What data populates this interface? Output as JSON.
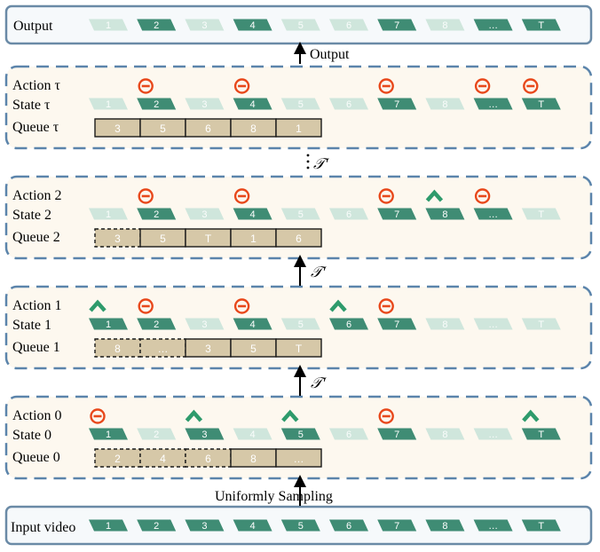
{
  "output_label": "Output",
  "output_arrow_label": "Output",
  "input_label": "Input video",
  "sampling_label": "Uniformly Sampling",
  "operator_label": "𝒯′",
  "colors": {
    "dark": "#3f8c74",
    "light": "#cfe6dc",
    "mid": "#b3d9c8",
    "queue_fill": "#d6c8a8",
    "panel_fill": "#fdf8ef",
    "panel_border": "#5b84ab",
    "remove": "#e8481b",
    "add": "#2e9b6c"
  },
  "output_tokens": [
    {
      "label": "1",
      "style": "light"
    },
    {
      "label": "2",
      "style": "dark"
    },
    {
      "label": "3",
      "style": "light"
    },
    {
      "label": "4",
      "style": "dark"
    },
    {
      "label": "5",
      "style": "light"
    },
    {
      "label": "6",
      "style": "light"
    },
    {
      "label": "7",
      "style": "dark"
    },
    {
      "label": "8",
      "style": "light"
    },
    {
      "label": "…",
      "style": "dark"
    },
    {
      "label": "T",
      "style": "dark"
    }
  ],
  "input_tokens": [
    {
      "label": "1",
      "style": "dark"
    },
    {
      "label": "2",
      "style": "dark"
    },
    {
      "label": "3",
      "style": "dark"
    },
    {
      "label": "4",
      "style": "dark"
    },
    {
      "label": "5",
      "style": "dark"
    },
    {
      "label": "6",
      "style": "dark"
    },
    {
      "label": "7",
      "style": "dark"
    },
    {
      "label": "8",
      "style": "dark"
    },
    {
      "label": "…",
      "style": "dark"
    },
    {
      "label": "T",
      "style": "dark"
    }
  ],
  "panels": [
    {
      "action_label": "Action τ",
      "state_label": "State τ",
      "queue_label": "Queue τ",
      "actions": [
        {
          "slot": 1,
          "type": "remove"
        },
        {
          "slot": 3,
          "type": "remove"
        },
        {
          "slot": 6,
          "type": "remove"
        },
        {
          "slot": 8,
          "type": "remove"
        },
        {
          "slot": 9,
          "type": "remove"
        }
      ],
      "states": [
        "light",
        "dark",
        "light",
        "dark",
        "light",
        "light",
        "dark",
        "light",
        "dark",
        "dark"
      ],
      "queue": [
        {
          "label": "3",
          "dashed": false
        },
        {
          "label": "5",
          "dashed": false
        },
        {
          "label": "6",
          "dashed": false
        },
        {
          "label": "8",
          "dashed": false
        },
        {
          "label": "1",
          "dashed": false
        }
      ]
    },
    {
      "action_label": "Action 2",
      "state_label": "State 2",
      "queue_label": "Queue 2",
      "actions": [
        {
          "slot": 1,
          "type": "remove"
        },
        {
          "slot": 3,
          "type": "remove"
        },
        {
          "slot": 6,
          "type": "remove"
        },
        {
          "slot": 7,
          "type": "add"
        },
        {
          "slot": 8,
          "type": "remove"
        }
      ],
      "states": [
        "light",
        "dark",
        "light",
        "dark",
        "light",
        "light",
        "dark",
        "dark",
        "dark",
        "light"
      ],
      "queue": [
        {
          "label": "3",
          "dashed": true
        },
        {
          "label": "5",
          "dashed": false
        },
        {
          "label": "T",
          "dashed": false
        },
        {
          "label": "1",
          "dashed": false
        },
        {
          "label": "6",
          "dashed": false
        }
      ]
    },
    {
      "action_label": "Action 1",
      "state_label": "State 1",
      "queue_label": "Queue 1",
      "actions": [
        {
          "slot": 0,
          "type": "add"
        },
        {
          "slot": 1,
          "type": "remove"
        },
        {
          "slot": 3,
          "type": "remove"
        },
        {
          "slot": 5,
          "type": "add"
        },
        {
          "slot": 6,
          "type": "remove"
        }
      ],
      "states": [
        "dark",
        "dark",
        "light",
        "dark",
        "light",
        "dark",
        "dark",
        "light",
        "light",
        "light"
      ],
      "queue": [
        {
          "label": "8",
          "dashed": true
        },
        {
          "label": "…",
          "dashed": true
        },
        {
          "label": "3",
          "dashed": false
        },
        {
          "label": "5",
          "dashed": false
        },
        {
          "label": "T",
          "dashed": false
        }
      ]
    },
    {
      "action_label": "Action 0",
      "state_label": "State 0",
      "queue_label": "Queue 0",
      "actions": [
        {
          "slot": 0,
          "type": "remove"
        },
        {
          "slot": 2,
          "type": "add"
        },
        {
          "slot": 4,
          "type": "add"
        },
        {
          "slot": 6,
          "type": "remove"
        },
        {
          "slot": 9,
          "type": "add"
        }
      ],
      "states": [
        "dark",
        "light",
        "dark",
        "light",
        "dark",
        "light",
        "dark",
        "light",
        "light",
        "dark"
      ],
      "queue": [
        {
          "label": "2",
          "dashed": true
        },
        {
          "label": "4",
          "dashed": true
        },
        {
          "label": "6",
          "dashed": true
        },
        {
          "label": "8",
          "dashed": false
        },
        {
          "label": "…",
          "dashed": false
        }
      ]
    }
  ]
}
